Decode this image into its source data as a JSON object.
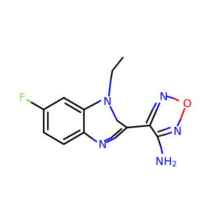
{
  "molecule": {
    "atoms": {
      "fluorine": "F",
      "benzimidazole_n1": "N",
      "benzimidazole_n3": "N",
      "oxadiazole_n2": "N",
      "oxadiazole_o1": "O",
      "oxadiazole_n5": "N",
      "amine": "NH",
      "amine_subscript": "2"
    }
  },
  "colors": {
    "carbon_bond": "#000000",
    "nitrogen": "#0000ff",
    "oxygen": "#ff0000",
    "fluorine": "#90e050"
  }
}
